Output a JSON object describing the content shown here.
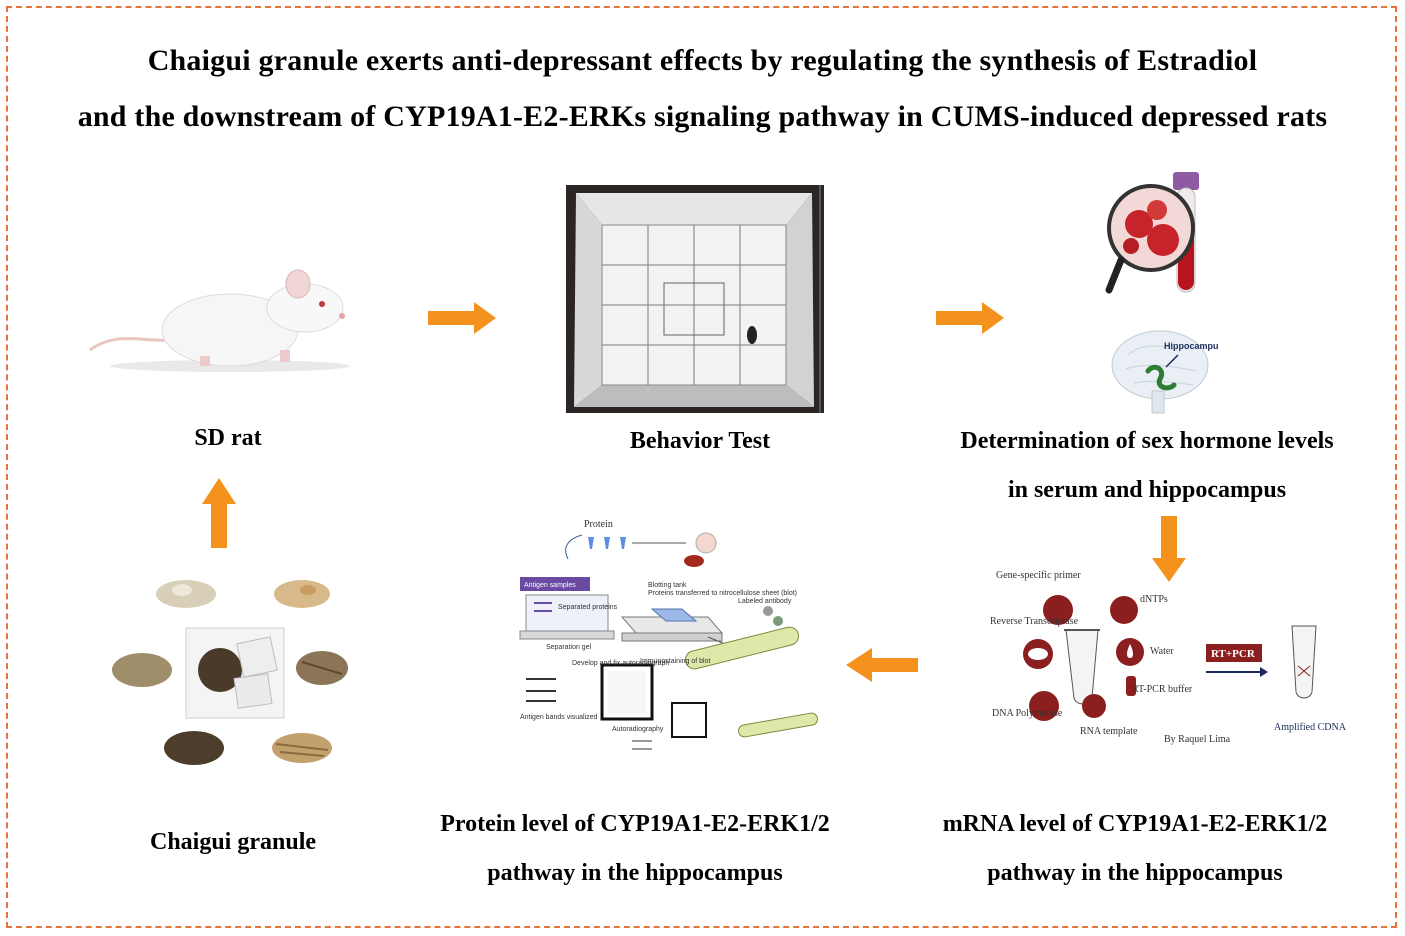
{
  "title": {
    "line1": "Chaigui granule exerts anti-depressant effects by regulating the synthesis of Estradiol",
    "line2": "and the downstream of CYP19A1-E2-ERKs signaling pathway in CUMS-induced depressed rats"
  },
  "steps": {
    "sd_rat": "SD rat",
    "behavior_test": "Behavior Test",
    "hormone_line1": "Determination of sex hormone levels",
    "hormone_line2": "in serum and hippocampus",
    "granule": "Chaigui granule",
    "protein_line1": "Protein level of CYP19A1-E2-ERK1/2",
    "protein_line2": "pathway in the hippocampus",
    "mrna_line1": "mRNA level of CYP19A1-E2-ERK1/2",
    "mrna_line2": "pathway in the hippocampus"
  },
  "brain_label": "Hippocampus",
  "western": {
    "protein": "Protein",
    "antigen_samples": "Antigen samples",
    "separated_proteins": "Separated proteins",
    "separation_gel": "Separation gel",
    "blotting_tank": "Blotting tank",
    "proteins_transferred": "Proteins transferred to nitrocellulose sheet (blot)",
    "labeled_antibody": "Labeled antibody",
    "develop_fix": "Develop and fix autoradiograph",
    "immuno_staining": "Immunostaining of blot",
    "antigen_bands": "Antigen bands visualized",
    "autoradiography": "Autoradiography"
  },
  "pcr": {
    "gene_primer": "Gene-specific primer",
    "reverse_transcriptase": "Reverse Transcriptase",
    "dntps": "dNTPs",
    "water": "Water",
    "rtpcr_buffer": "RT-PCR buffer",
    "dna_polymerase": "DNA Polymerase",
    "rna_template": "RNA template",
    "author": "By Raquel Lima",
    "rt_pcr": "RT+PCR",
    "amplified_cdna": "Amplified CDNA"
  },
  "colors": {
    "frame": "#e8713a",
    "arrow": "#f5921e",
    "pcr_icon": "#8b1f1f"
  }
}
